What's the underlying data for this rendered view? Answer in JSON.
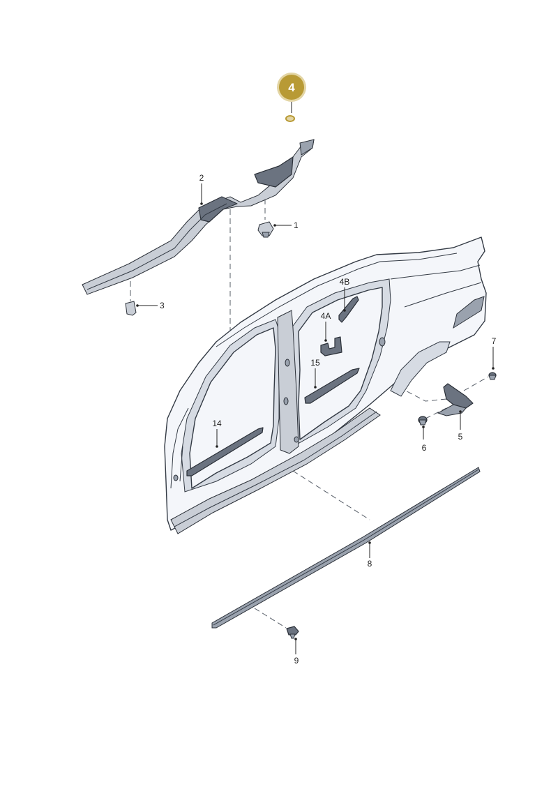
{
  "labels": {
    "l1": "1",
    "l2": "2",
    "l3": "3",
    "l4": "4",
    "l4a": "4A",
    "l4b": "4B",
    "l5": "5",
    "l6": "6",
    "l7": "7",
    "l8": "8",
    "l9": "9",
    "l14": "14",
    "l15": "15"
  },
  "colors": {
    "highlight_fill": "#b89a35",
    "highlight_ring": "#e3d5a4",
    "line": "#222222",
    "body_fill": "#f4f6fa"
  },
  "highlight": {
    "part_label": "4"
  }
}
